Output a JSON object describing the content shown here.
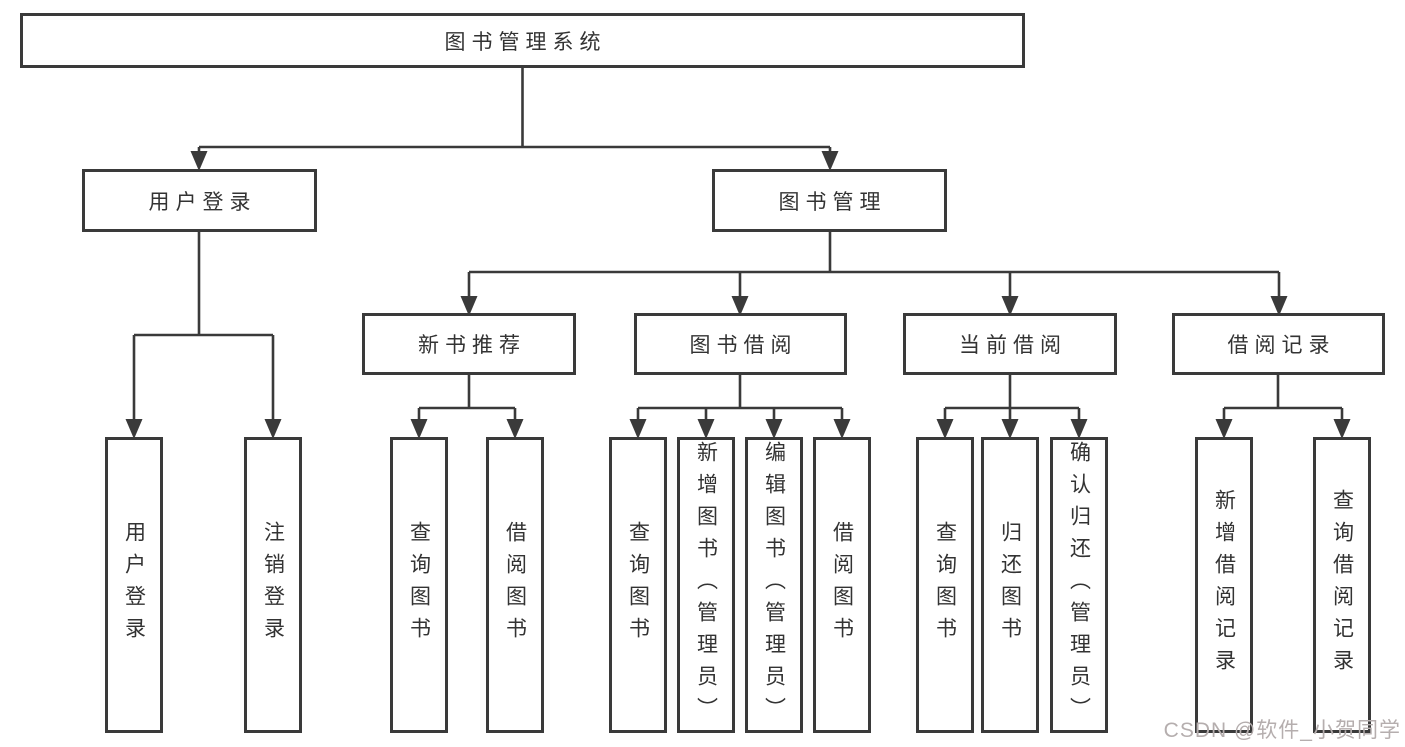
{
  "tree": {
    "label": "图书管理系统",
    "children": [
      {
        "label": "用户登录",
        "children": [
          {
            "label": "用户登录"
          },
          {
            "label": "注销登录"
          }
        ]
      },
      {
        "label": "图书管理",
        "children": [
          {
            "label": "新书推荐",
            "children": [
              {
                "label": "查询图书"
              },
              {
                "label": "借阅图书"
              }
            ]
          },
          {
            "label": "图书借阅",
            "children": [
              {
                "label": "查询图书"
              },
              {
                "label": "新增图书（管理员）"
              },
              {
                "label": "编辑图书（管理员）"
              },
              {
                "label": "借阅图书"
              }
            ]
          },
          {
            "label": "当前借阅",
            "children": [
              {
                "label": "查询图书"
              },
              {
                "label": "归还图书"
              },
              {
                "label": "确认归还（管理员）"
              }
            ]
          },
          {
            "label": "借阅记录",
            "children": [
              {
                "label": "新增借阅记录"
              },
              {
                "label": "查询借阅记录"
              }
            ]
          }
        ]
      }
    ]
  },
  "watermark": "CSDN @软件_小贺同学",
  "colors": {
    "line": "#3a3a3a",
    "text": "#333333",
    "watermark": "#b5aeae",
    "background": "#ffffff"
  }
}
